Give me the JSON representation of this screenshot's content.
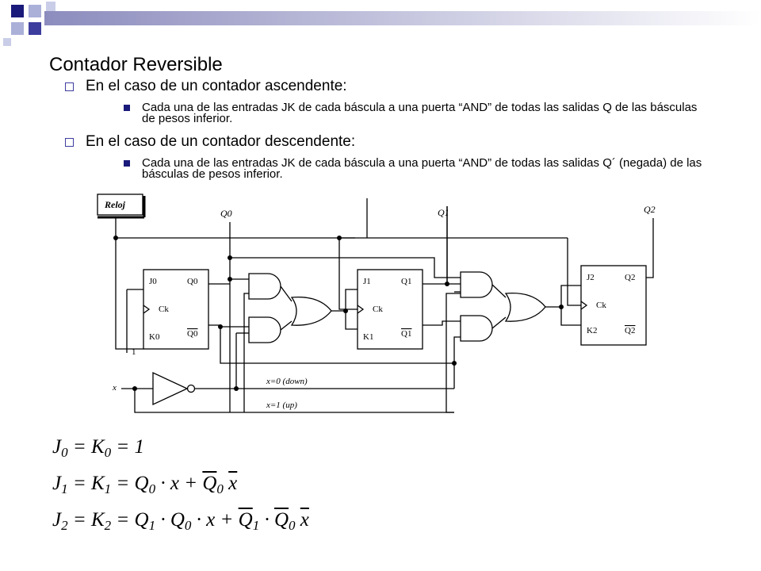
{
  "slide": {
    "title": "Contador Reversible",
    "sections": [
      {
        "heading": "En el caso de un contador ascendente:",
        "detail": "Cada una de las entradas JK de cada báscula a una puerta “AND” de todas las salidas Q de las básculas de pesos inferior."
      },
      {
        "heading": "En el caso de un contador descendente:",
        "detail": "Cada una de las entradas JK de cada báscula a una puerta “AND” de todas las salidas Q´ (negada) de las básculas de pesos inferior."
      }
    ]
  },
  "diagram": {
    "clock_label": "Reloj",
    "outputs": [
      "Q0",
      "Q1",
      "Q2"
    ],
    "flipflops": [
      {
        "j": "J0",
        "k": "K0",
        "q": "Q0",
        "qn": "Q0",
        "ck": "Ck"
      },
      {
        "j": "J1",
        "k": "K1",
        "q": "Q1",
        "qn": "Q1",
        "ck": "Ck"
      },
      {
        "j": "J2",
        "k": "K2",
        "q": "Q2",
        "qn": "Q2",
        "ck": "Ck"
      }
    ],
    "constant_one": "1",
    "input_x": "x",
    "line_down": "x=0 (down)",
    "line_up": "x=1 (up)"
  },
  "equations": {
    "eq0": {
      "lhs1": "J",
      "lhs1_sub": "0",
      "lhs2": "K",
      "lhs2_sub": "0",
      "rhs": "1"
    },
    "eq1": {
      "lhs1": "J",
      "lhs1_sub": "1",
      "lhs2": "K",
      "lhs2_sub": "1",
      "t1a": "Q",
      "t1a_sub": "0",
      "x": "x",
      "t2a": "Q",
      "t2a_sub": "0",
      "xn": "x"
    },
    "eq2": {
      "lhs1": "J",
      "lhs1_sub": "2",
      "lhs2": "K",
      "lhs2_sub": "2",
      "t1a": "Q",
      "t1a_sub": "1",
      "t1b": "Q",
      "t1b_sub": "0",
      "x": "x",
      "t2a": "Q",
      "t2a_sub": "1",
      "t2b": "Q",
      "t2b_sub": "0",
      "xn": "x"
    }
  },
  "colors": {
    "accent": "#3d3d9e",
    "bullet": "#1a1a7a",
    "square_light": "#aab0d8"
  }
}
